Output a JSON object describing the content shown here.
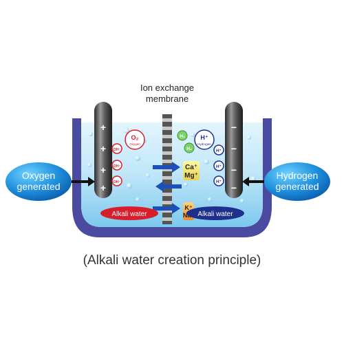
{
  "membrane_label": [
    "Ion exchange",
    "membrane"
  ],
  "left_bubble": {
    "line1": "Oxygen",
    "line2": "generated"
  },
  "right_bubble": {
    "line1": "Hydrogen",
    "line2": "generated"
  },
  "anode_signs": [
    "+",
    "+",
    "+",
    "+"
  ],
  "cathode_signs": [
    "−",
    "−",
    "−",
    "−"
  ],
  "oxygen_badge": {
    "symbol": "O₂",
    "sub": "Oxygen"
  },
  "hydrogen_badge": {
    "symbol": "H⁺",
    "sub": "Hydrogen"
  },
  "h2_molecule": "H₂",
  "oh_ion": "OH⁻",
  "h_ion": "H⁺",
  "ca_mg_label": [
    "Ca⁺",
    "Mg⁺"
  ],
  "k_na_label": [
    "K⁺",
    "Na⁺"
  ],
  "left_water_pill": "Alkali water",
  "right_water_pill": "Alkali water",
  "caption": "(Alkali water creation principle)",
  "colors": {
    "vessel": "#4a4aa0",
    "water": "#bfe6f8",
    "bubble": "#1e8fdc",
    "red_pill": "#d81e2a",
    "blue_pill": "#1e2f8c"
  }
}
